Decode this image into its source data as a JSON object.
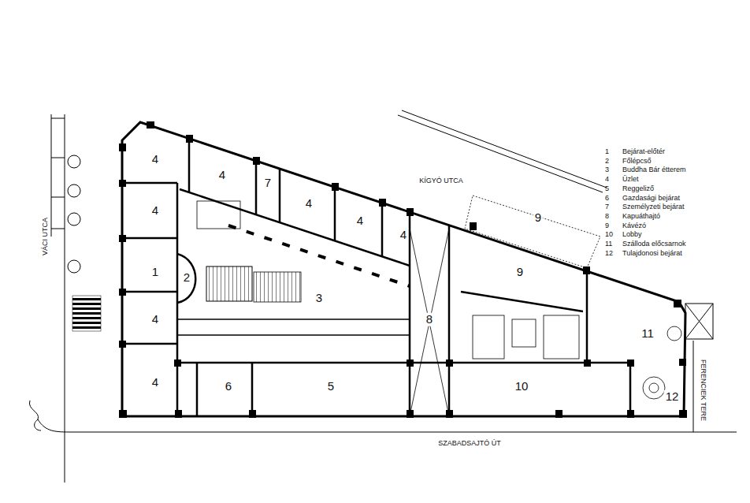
{
  "diagram": {
    "labels": [
      "4",
      "4",
      "7",
      "4",
      "4",
      "4",
      "9",
      "9",
      "4",
      "1",
      "2",
      "3",
      "8",
      "11",
      "4",
      "6",
      "5",
      "10",
      "12",
      "4",
      "VÁCI UTCA",
      "KÍGYÓ UTCA",
      "SZABADSAJTÓ ÚT",
      "FERENCIEK TERE",
      "1",
      "Bejárat-előtér",
      "2",
      "Főlépcső",
      "3",
      "Buddha Bár étterem",
      "4",
      "Üzlet",
      "5",
      "Reggeliző",
      "6",
      "Gazdasági bejárat",
      "7",
      "Személyzeti bejárat",
      "8",
      "Kapuáthajtó",
      "9",
      "Kávézó",
      "10",
      "Lobby",
      "11",
      "Szálloda előcsarnok",
      "12",
      "Tulajdonosi bejárat"
    ]
  }
}
